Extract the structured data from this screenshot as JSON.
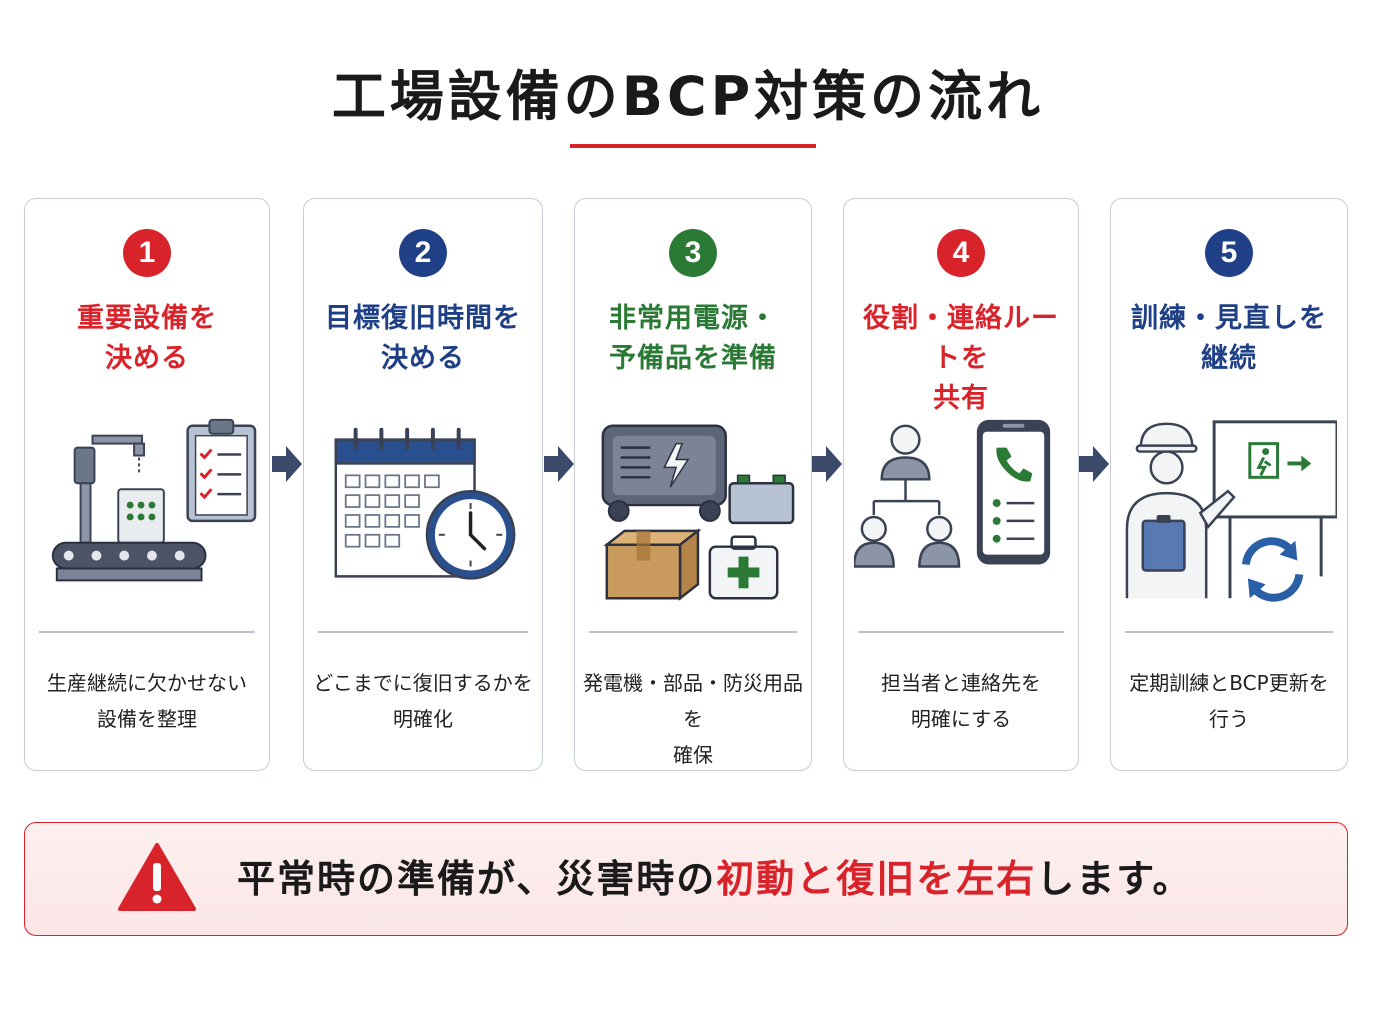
{
  "page": {
    "title": "工場設備のBCP対策の流れ"
  },
  "colors": {
    "red": "#d9232a",
    "navy": "#1f3f86",
    "green": "#2a7a35",
    "arrow": "#3b4a6b"
  },
  "steps": [
    {
      "number": "1",
      "title_line1": "重要設備を",
      "title_line2": "決める",
      "color": "#d9232a",
      "icon": "factory-machine-checklist-icon",
      "desc_line1": "生産継続に欠かせない",
      "desc_line2": "設備を整理"
    },
    {
      "number": "2",
      "title_line1": "目標復旧時間を",
      "title_line2": "決める",
      "color": "#1f3f86",
      "icon": "calendar-clock-icon",
      "desc_line1": "どこまでに復旧するかを",
      "desc_line2": "明確化"
    },
    {
      "number": "3",
      "title_line1": "非常用電源・",
      "title_line2": "予備品を準備",
      "color": "#2a7a35",
      "icon": "generator-supplies-icon",
      "desc_line1": "発電機・部品・防災用品を",
      "desc_line2": "確保"
    },
    {
      "number": "4",
      "title_line1": "役割・連絡ルートを",
      "title_line2": "共有",
      "color": "#d9232a",
      "icon": "org-chart-phone-icon",
      "desc_line1": "担当者と連絡先を",
      "desc_line2": "明確にする"
    },
    {
      "number": "5",
      "title_line1": "訓練・見直しを",
      "title_line2": "継続",
      "color": "#1f3f86",
      "icon": "training-refresh-icon",
      "desc_line1": "定期訓練とBCP更新を",
      "desc_line2": "行う"
    }
  ],
  "note": {
    "icon": "warning-icon",
    "text_before": "平常時の準備が、災害時の",
    "text_emphasis": "初動と復旧を左右",
    "text_after": "します。"
  }
}
